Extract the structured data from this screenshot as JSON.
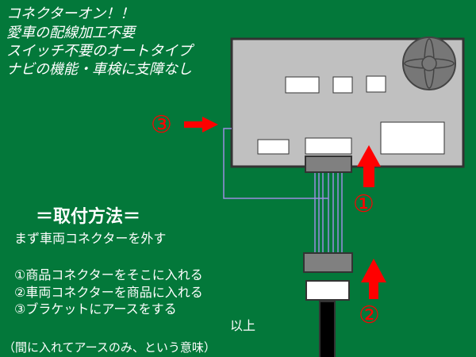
{
  "headline": [
    "コネクターオン！！",
    "愛車の配線加工不要",
    "スイッチ不要のオートタイプ",
    "ナビの機能・車検に支障なし"
  ],
  "section_title": "＝取付方法＝",
  "steps": {
    "intro": "まず車両コネクターを外す",
    "step1": "①商品コネクターをそこに入れる",
    "step2": "②車両コネクターを商品に入れる",
    "step3": "③ブラケットにアースをする",
    "end": "以上",
    "note": "（間に入れてアースのみ、という意味）"
  },
  "markers": {
    "m1": "①",
    "m2": "②",
    "m3": "③"
  },
  "colors": {
    "background": "#03783a",
    "device": "#c0c0c0",
    "arrow": "#ff0000",
    "wire": "#9a8ee0"
  }
}
